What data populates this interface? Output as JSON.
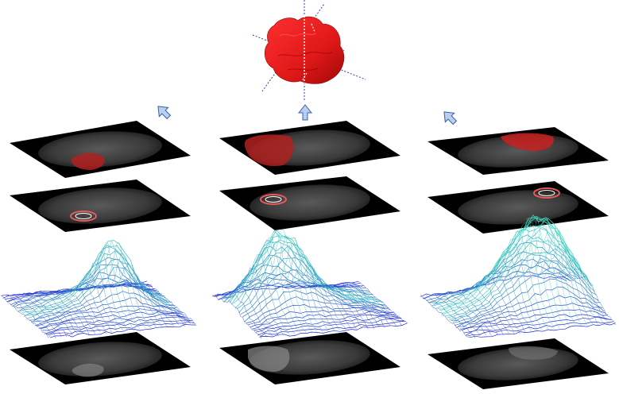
{
  "figure": {
    "columns": [
      {
        "id": "left",
        "arrow": "up-left"
      },
      {
        "id": "center",
        "arrow": "up"
      },
      {
        "id": "right",
        "arrow": "up-left"
      }
    ],
    "layers": [
      "segmentation-slice",
      "seed-point-slice",
      "intensity-surface",
      "mri-slice"
    ],
    "colors": {
      "tumor": "#d42020",
      "tumor-overlay": "#b02020",
      "seed-ring": "#e85a5a",
      "arrow-fill": "#b8cff0",
      "arrow-stroke": "#3a5fa8",
      "axis-line": "#3040b0",
      "surface-low": "#2020d0",
      "surface-high": "#40e0c0",
      "slice-background": "#000000"
    }
  }
}
